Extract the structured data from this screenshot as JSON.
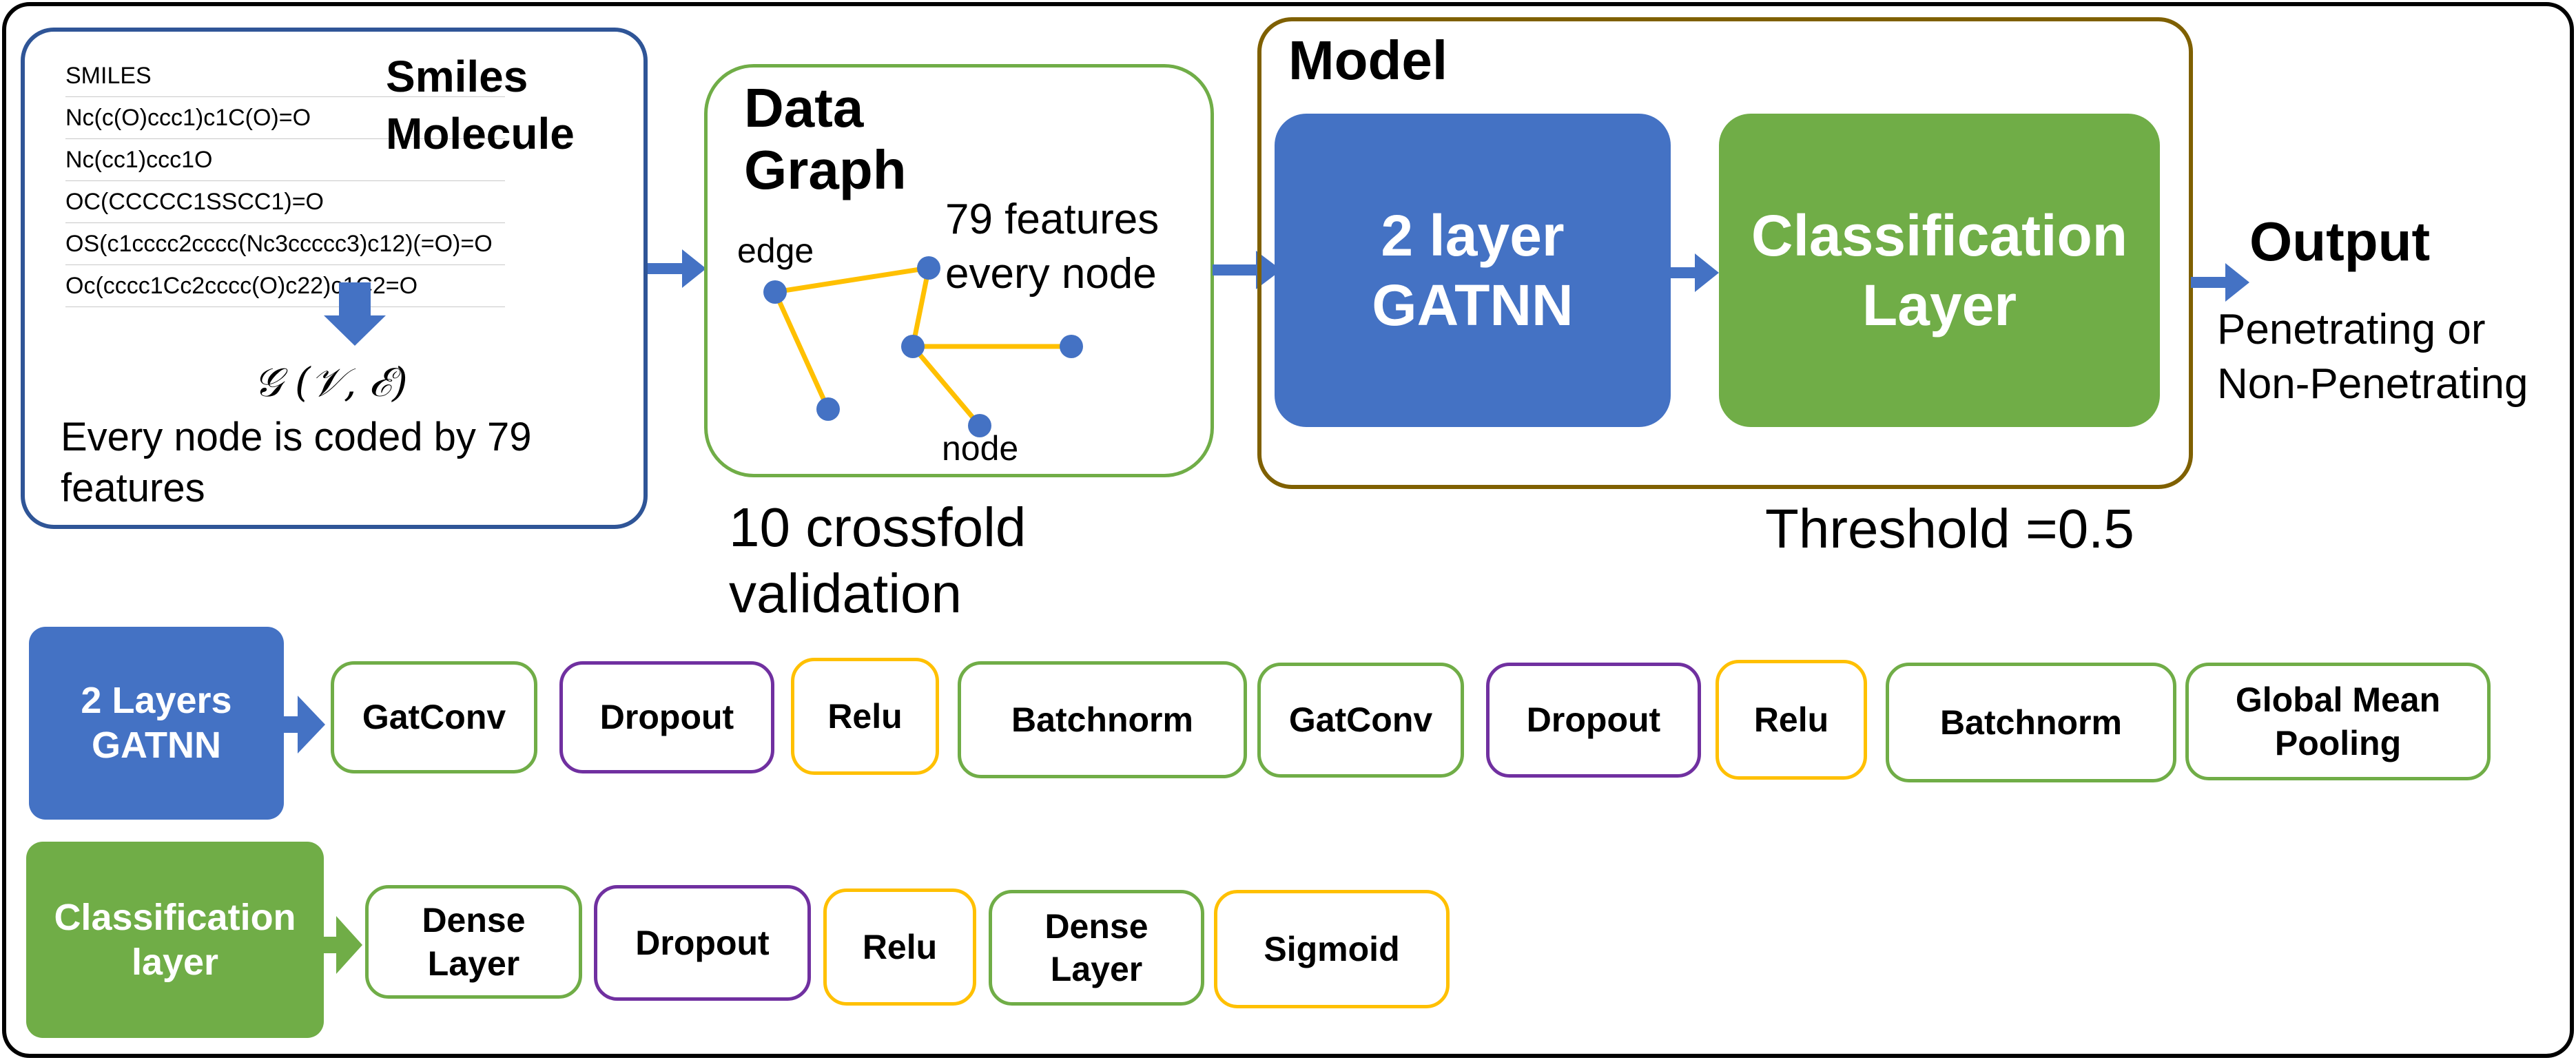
{
  "smiles_panel": {
    "title": "Smiles Molecule",
    "table_header": "SMILES",
    "rows": [
      "Nc(c(O)ccc1)c1C(O)=O",
      "Nc(cc1)ccc1O",
      "OC(CCCCC1SSCC1)=O",
      "OS(c1cccc2cccc(Nc3ccccc3)c12)(=O)=O",
      "Oc(cccc1Cc2cccc(O)c22)c1C2=O"
    ],
    "graph_symbol": "𝒢 (𝒱, ℰ)",
    "description": "Every node is coded by 79 features"
  },
  "data_graph_panel": {
    "title": "Data Graph",
    "edge_label": "edge",
    "node_label": "node",
    "features_label": "79 features every node"
  },
  "crossfold_label": "10 crossfold validation",
  "model_panel": {
    "title": "Model",
    "gatnn_block": "2 layer GATNN",
    "classification_block": "Classification Layer",
    "threshold": "Threshold =0.5"
  },
  "output": {
    "title": "Output",
    "description": "Penetrating or Non-Penetrating"
  },
  "gatnn_pipeline": {
    "label": "2 Layers GATNN",
    "steps": [
      "GatConv",
      "Dropout",
      "Relu",
      "Batchnorm",
      "GatConv",
      "Dropout",
      "Relu",
      "Batchnorm",
      "Global Mean Pooling"
    ]
  },
  "classification_pipeline": {
    "label": "Classification layer",
    "steps": [
      "Dense Layer",
      "Dropout",
      "Relu",
      "Dense Layer",
      "Sigmoid"
    ]
  },
  "colors": {
    "blue": "#4472c4",
    "green": "#70ad47",
    "purple": "#7030a0",
    "yellow": "#ffc000",
    "olive_border": "#7f6000",
    "navy_border": "#2f5597",
    "arrow": "#4472c4"
  }
}
